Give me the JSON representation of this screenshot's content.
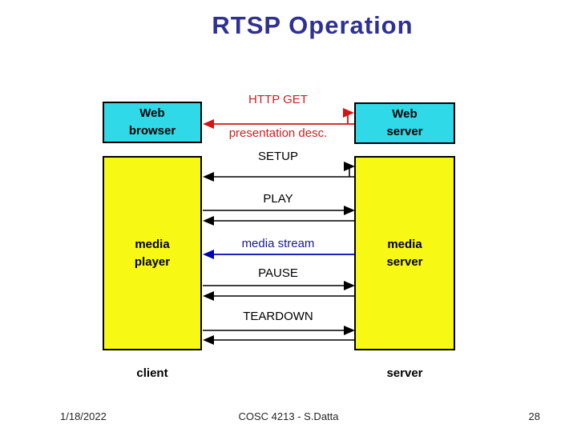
{
  "slide": {
    "title": "RTSP Operation",
    "footer": {
      "date": "1/18/2022",
      "course": "COSC 4213 - S.Datta",
      "page": "28"
    }
  },
  "diagram": {
    "nodes": {
      "web_browser": "Web\nbrowser",
      "web_server": "Web\nserver",
      "media_player": "media\nplayer",
      "media_server": "media\nserver"
    },
    "messages": {
      "http_get": "HTTP GET",
      "presentation_desc": "presentation desc.",
      "setup": "SETUP",
      "play": "PLAY",
      "media_stream": "media stream",
      "pause": "PAUSE",
      "teardown": "TEARDOWN"
    },
    "roles": {
      "client": "client",
      "server": "server"
    },
    "colors": {
      "title_text": "#2e3192",
      "cyan_box": "#2fd9e8",
      "yellow_box": "#f8f815",
      "red_arrow": "#d31414",
      "red_text": "#cc1f1f",
      "blue_arrow": "#0000b0",
      "blue_text": "#1a1a8e",
      "black_arrow": "#000000"
    }
  }
}
